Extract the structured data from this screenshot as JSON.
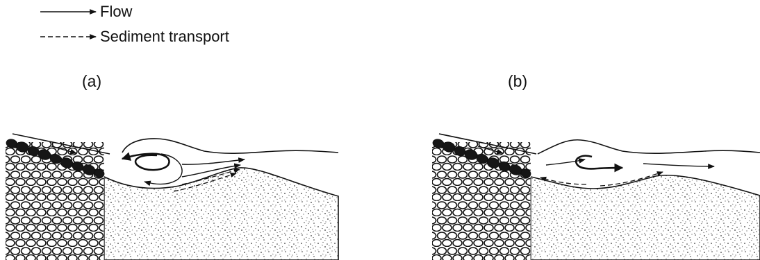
{
  "legend": {
    "flow_label": "Flow",
    "sediment_label": "Sediment transport"
  },
  "panels": [
    {
      "label": "(a)"
    },
    {
      "label": "(b)"
    }
  ],
  "colors": {
    "ink": "#111111",
    "background": "#ffffff"
  }
}
